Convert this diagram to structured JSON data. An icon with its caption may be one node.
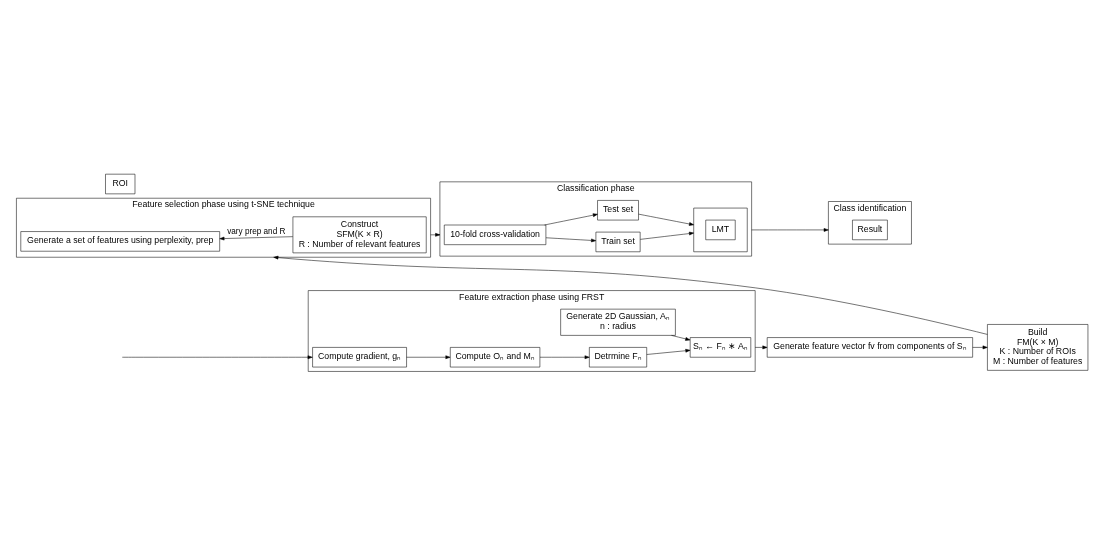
{
  "diagram": {
    "nodes": [
      {
        "text": [
          "ROI"
        ]
      },
      {
        "text": [
          "Feature extraction phase using FRST"
        ]
      },
      {
        "text": [
          "Generate 2D Gaussian, Aₙ",
          "n : radius"
        ],
        "in": 1
      },
      {
        "text": [
          "Compute gradient, gₙ"
        ],
        "in": 1
      },
      {
        "text": [
          "Compute Oₙ and Mₙ"
        ],
        "in": 1
      },
      {
        "text": [
          "Detrmine Fₙ"
        ],
        "in": 1
      },
      {
        "text": [
          "Sₙ ← Fₙ ∗ Aₙ"
        ],
        "in": 1
      },
      {
        "text": [
          "Generate feature vector fv from components of Sₙ"
        ]
      },
      {
        "text": [
          "Build",
          "FM(K × M)",
          "K : Number of ROIs",
          "M : Number of features"
        ]
      },
      {
        "text": [
          "Feature selection phase using t-SNE technique"
        ]
      },
      {
        "text": [
          "Generate a set of features using perplexity, prep"
        ],
        "in": 9
      },
      {
        "text": [
          "Construct",
          "SFM(K × R)",
          "R : Number of relevant features"
        ],
        "in": 9
      },
      {
        "text": [
          "Classification phase"
        ]
      },
      {
        "text": [
          "10-fold cross-validation"
        ],
        "in": 12
      },
      {
        "text": [
          "Train set"
        ],
        "in": 12
      },
      {
        "text": [
          "Test set"
        ],
        "in": 12
      },
      {
        "text": [],
        "shape": "box",
        "in": 12
      },
      {
        "text": [
          "LMT"
        ],
        "in": 16
      },
      {
        "text": [
          "Class identification"
        ]
      },
      {
        "text": [
          "Result"
        ],
        "in": 18
      }
    ],
    "edges": [
      {
        "from": null,
        "to": 3,
        "arrow": "to"
      },
      {
        "from": 3,
        "to": 4,
        "arrow": "to"
      },
      {
        "from": 4,
        "to": 5,
        "arrow": "to"
      },
      {
        "from": 5,
        "to": 6,
        "arrow": "to"
      },
      {
        "from": 2,
        "to": 6,
        "arrow": "to"
      },
      {
        "from": 1,
        "to": 7,
        "arrow": "to"
      },
      {
        "from": 7,
        "to": 8,
        "arrow": "to"
      },
      {
        "from": 8,
        "to": 9,
        "arrow": "to"
      },
      {
        "from": 11,
        "to": 10,
        "arrow": "to",
        "label": "vary prep and R"
      },
      {
        "from": 9,
        "to": 12,
        "arrow": "to"
      },
      {
        "from": 13,
        "to": 14,
        "arrow": "to"
      },
      {
        "from": 13,
        "to": 15,
        "arrow": "to"
      },
      {
        "from": 14,
        "to": 16,
        "arrow": "to"
      },
      {
        "from": 15,
        "to": 16,
        "arrow": "to"
      },
      {
        "from": 12,
        "to": 18,
        "arrow": "to"
      }
    ]
  }
}
